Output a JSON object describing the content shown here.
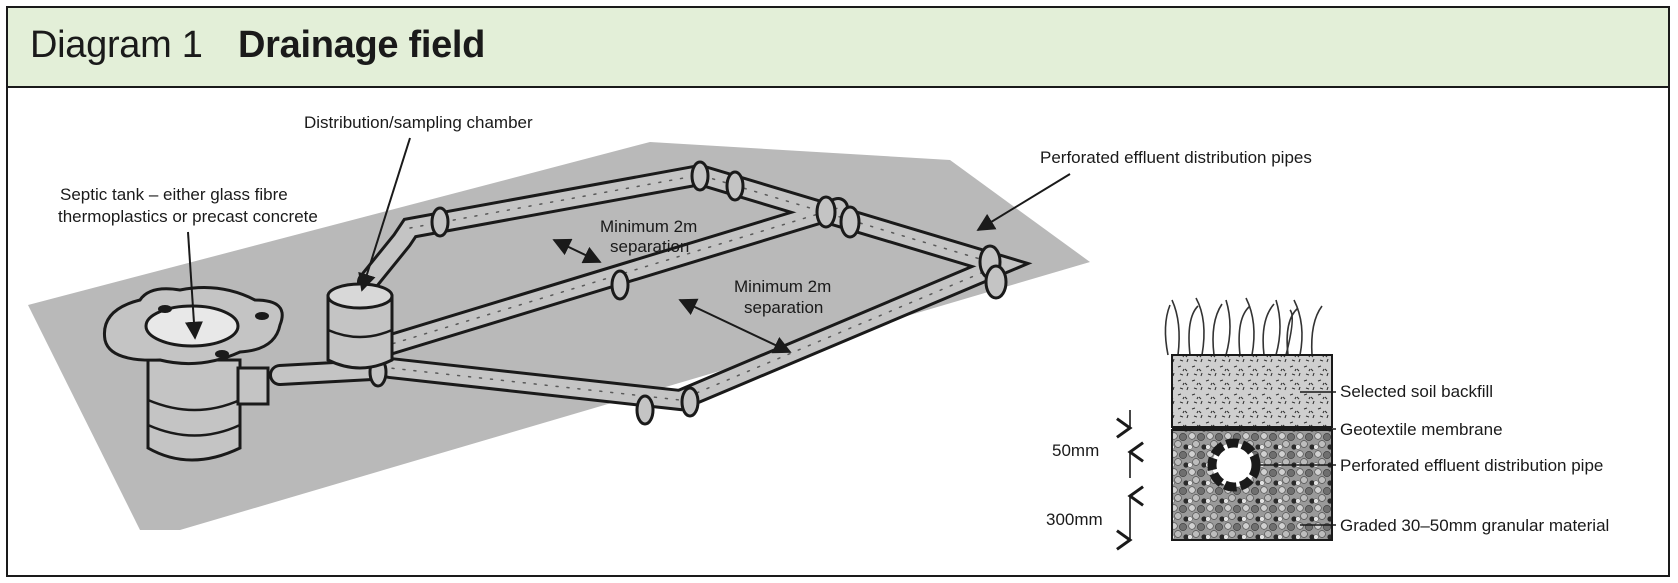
{
  "header": {
    "prefix": "Diagram 1",
    "title": "Drainage field"
  },
  "labels": {
    "septic_tank_line1": "Septic tank – either glass fibre",
    "septic_tank_line2": "thermoplastics or precast concrete",
    "chamber": "Distribution/sampling chamber",
    "pipes": "Perforated effluent distribution pipes",
    "sep1_line1": "Minimum 2m",
    "sep1_line2": "separation",
    "sep2_line1": "Minimum 2m",
    "sep2_line2": "separation"
  },
  "section": {
    "layers": [
      {
        "label": "Selected soil backfill"
      },
      {
        "label": "Geotextile membrane"
      },
      {
        "label": "Perforated effluent distribution pipe"
      },
      {
        "label": "Graded 30–50mm granular material"
      }
    ],
    "dim_50": "50mm",
    "dim_300": "300mm"
  },
  "colors": {
    "ground": "#b9b9b9",
    "pipe": "#c4c4c4",
    "header_bg": "#e3efd8",
    "outline": "#1a1a1a"
  }
}
